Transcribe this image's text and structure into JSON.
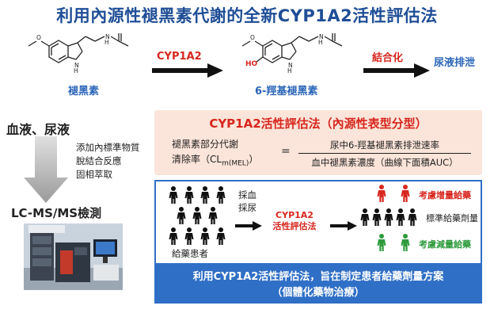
{
  "title": "利用內源性褪黑素代謝的全新CYP1A2活性評估法",
  "pathway": {
    "substrate_label": "褪黑素",
    "enzyme_label": "CYP1A2",
    "metabolite_label": "6-羥基褪黑素",
    "conjugation_label": "結合化",
    "excretion_label": "尿液排泄",
    "arrow_color": "#000000",
    "label_color": "#d7261e"
  },
  "sample": {
    "label": "血液、尿液",
    "steps": [
      "添加內標準物質",
      "脫結合反應",
      "固相萃取"
    ],
    "instrument_label": "LC-MS/MS檢測"
  },
  "formula": {
    "title": "CYP1A2活性評估法（內源性表型分型）",
    "lhs_line1": "褪黑素部分代謝",
    "lhs_line2_prefix": "清除率（CL",
    "lhs_line2_sub": "m(MEL)",
    "lhs_line2_suffix": "）",
    "equals": "=",
    "numerator": "尿中6-羥基褪黑素排泄速率",
    "denominator": "血中褪黑素濃度（曲線下面積AUC）",
    "background": "#fbe4d9"
  },
  "panel": {
    "patients_label": "給藥患者",
    "collect_line1": "採血",
    "collect_line2": "採尿",
    "method_line1": "CYP1A2",
    "method_line2": "活性評估法",
    "dose_up": "考慮增量給藥",
    "dose_std": "標準給藥劑量",
    "dose_down": "考慮減量給藥",
    "footer_line1": "利用CYP1A2活性評估法，旨在制定患者給藥劑量方案",
    "footer_line2": "（個體化藥物治療）",
    "border_color": "#2f6fc6",
    "colors": {
      "up": "#d7261e",
      "standard": "#222222",
      "down": "#2e9a3c"
    }
  }
}
